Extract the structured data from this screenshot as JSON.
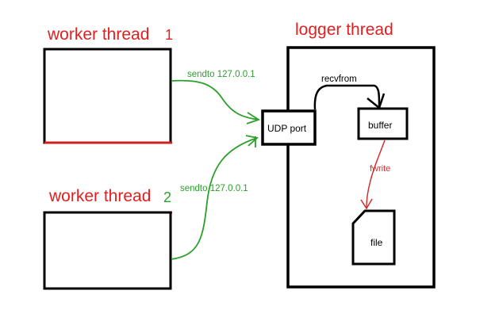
{
  "diagram": {
    "worker1": {
      "title": "worker thread",
      "number_mark": "1"
    },
    "worker2": {
      "title": "worker thread",
      "number_mark": "2"
    },
    "logger": {
      "title": "logger thread"
    },
    "udp_port": {
      "label": "UDP port"
    },
    "buffer": {
      "label": "buffer"
    },
    "file": {
      "label": "file"
    },
    "edges": {
      "w1_to_udp": "sendto 127.0.0.1",
      "w2_to_udp": "sendto 127.0.0.1",
      "udp_to_buffer": "recvfrom",
      "buffer_to_file": "fwrite"
    },
    "colors": {
      "title_red": "#e02020",
      "arrow_green": "#2aa02a",
      "arrow_red": "#d03030",
      "box_black": "#000000"
    }
  }
}
